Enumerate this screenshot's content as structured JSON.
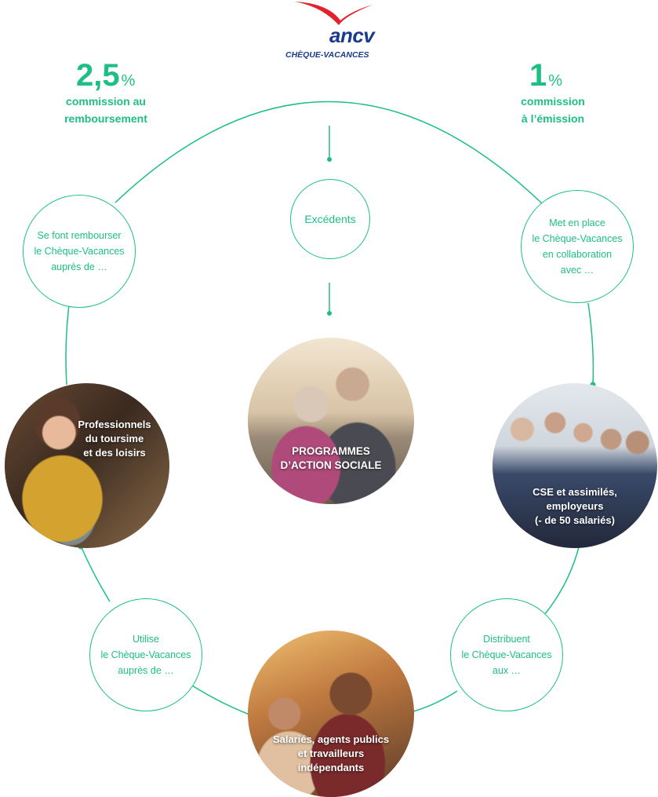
{
  "brand": {
    "name": "ancv",
    "subtitle": "CHÈQUE-VACANCES",
    "primary_color": "#1dbf84",
    "brand_blue": "#1a3a8c",
    "brand_red": "#e3222b"
  },
  "stats": {
    "left": {
      "value": "2,5",
      "unit": "%",
      "line1": "commission au",
      "line2": "remboursement"
    },
    "right": {
      "value": "1",
      "unit": "%",
      "line1": "commission",
      "line2": "à l’émission"
    }
  },
  "nodes": {
    "surplus": {
      "label": "Excédents"
    },
    "reimburse": {
      "lines": [
        "Se font rembourser",
        "le Chèque-Vacances",
        "auprès de …"
      ]
    },
    "setup": {
      "lines": [
        "Met en place",
        "le Chèque-Vacances",
        "en collaboration",
        "avec …"
      ]
    },
    "uses": {
      "lines": [
        "Utilise",
        "le Chèque-Vacances",
        "auprès de …"
      ]
    },
    "distribute": {
      "lines": [
        "Distribuent",
        "le Chèque-Vacances",
        "aux …"
      ]
    }
  },
  "photos": {
    "tourism": {
      "lines": [
        "Professionnels",
        "du toursime",
        "et des loisirs"
      ]
    },
    "social": {
      "lines": [
        "PROGRAMMES",
        "D’ACTION SOCIALE"
      ]
    },
    "employers": {
      "lines": [
        "CSE et assimilés,",
        "employeurs",
        "(- de 50 salariés)"
      ]
    },
    "employees": {
      "lines": [
        "Salariés, agents publics",
        "et travailleurs",
        "indépendants"
      ]
    }
  }
}
